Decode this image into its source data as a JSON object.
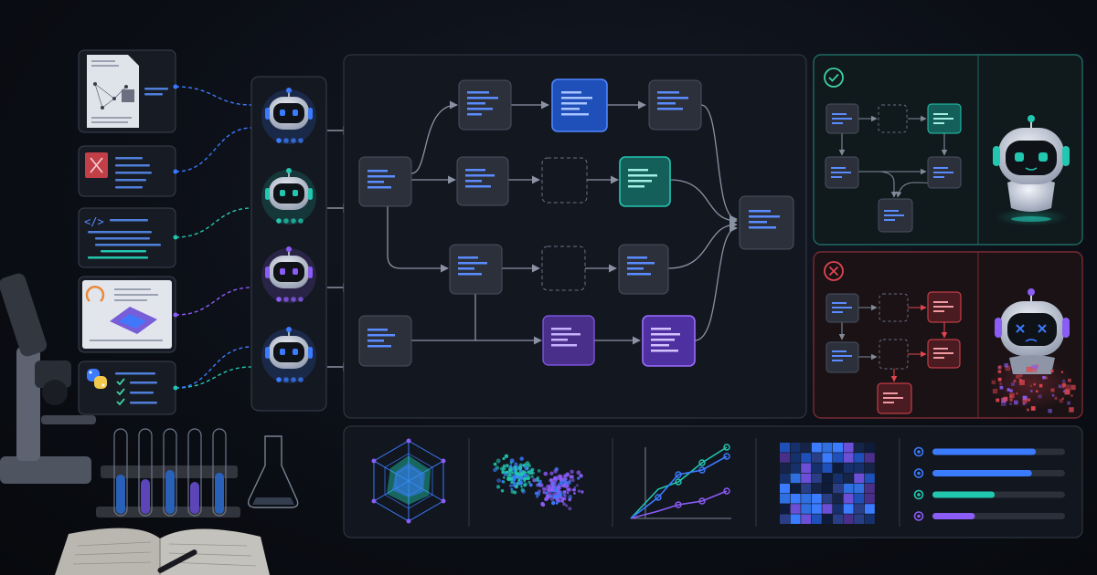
{
  "palette": {
    "blue": "#3b7bff",
    "teal": "#22c7b0",
    "purple": "#8b5cf6",
    "red": "#e0454f",
    "green": "#3fd0a0",
    "panel_bg": "#12161f",
    "panel_border": "#3a4150",
    "node_bg": "#2b303a"
  },
  "inputs": [
    {
      "kind": "paper-graph",
      "accent": "#3b7bff"
    },
    {
      "kind": "x-document",
      "accent": "#3b7bff"
    },
    {
      "kind": "code-file",
      "accent": "#22c7b0"
    },
    {
      "kind": "plot-document",
      "accent": "#8b5cf6"
    },
    {
      "kind": "python-checklist",
      "accent": "#22c7b0"
    }
  ],
  "agents": [
    {
      "color": "#3b7bff"
    },
    {
      "color": "#22c7b0"
    },
    {
      "color": "#8b5cf6"
    },
    {
      "color": "#3b7bff"
    }
  ],
  "outcomes": {
    "success": {
      "icon": "check-icon",
      "color": "#3fd0a0"
    },
    "failure": {
      "icon": "x-circle-icon",
      "color": "#e0454f"
    }
  },
  "metrics": {
    "bars": [
      {
        "value": 0.78,
        "color": "#3b7bff"
      },
      {
        "value": 0.75,
        "color": "#3b7bff"
      },
      {
        "value": 0.47,
        "color": "#22c7b0"
      },
      {
        "value": 0.32,
        "color": "#8b5cf6"
      }
    ]
  }
}
